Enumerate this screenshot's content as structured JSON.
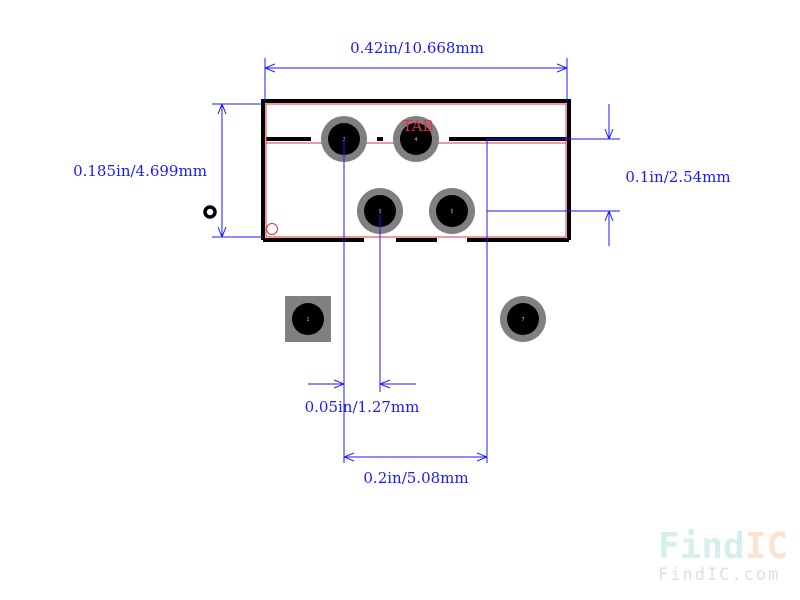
{
  "dimensions": {
    "width": "0.42in/10.668mm",
    "height": "0.185in/4.699mm",
    "row_pitch": "0.1in/2.54mm",
    "offset": "0.05in/1.27mm",
    "pitch": "0.2in/5.08mm"
  },
  "tab_label": "TAB",
  "pins": [
    "1",
    "2",
    "3",
    "4",
    "5",
    "7"
  ],
  "watermark": {
    "logo": "FindIC",
    "url": "FindIC.com"
  },
  "colors": {
    "dimension": "#1a1aff",
    "outline": "#000000",
    "courtyard": "#e0304a",
    "pad_ring": "#808080"
  }
}
